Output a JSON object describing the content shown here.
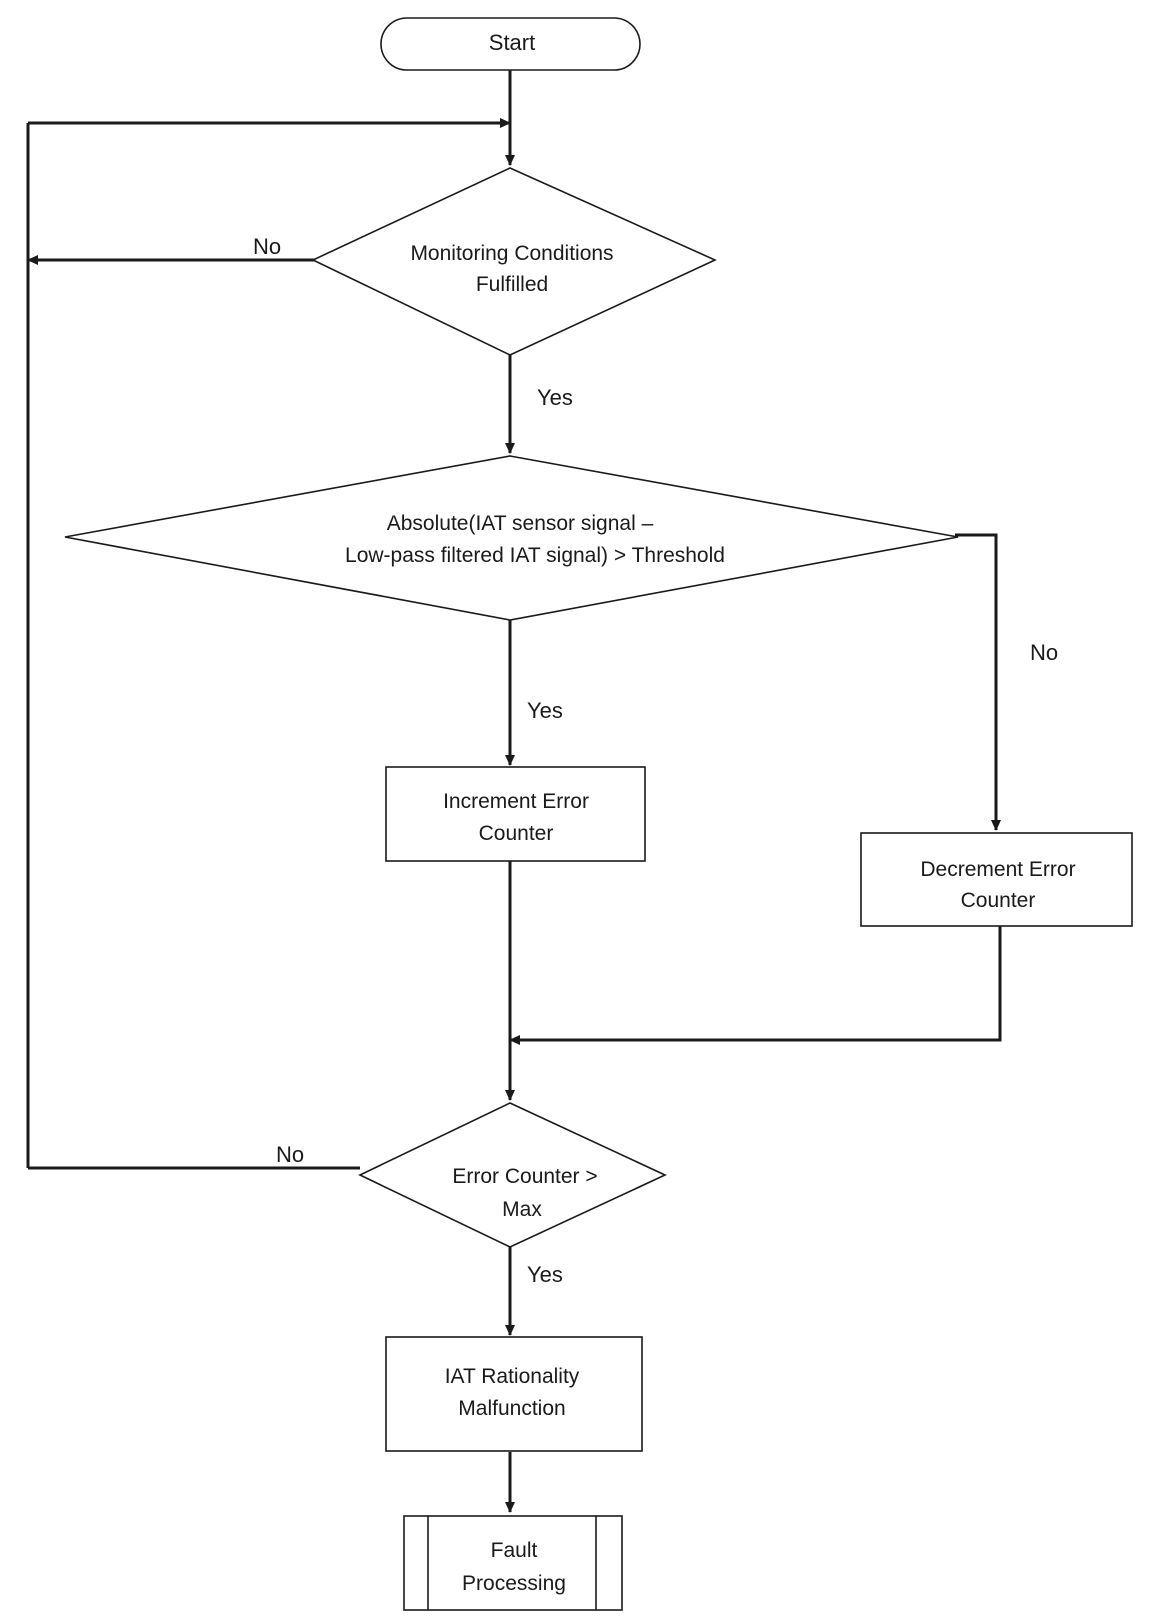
{
  "flowchart": {
    "start": "Start",
    "monitoring": {
      "line1": "Monitoring Conditions",
      "line2": "Fulfilled"
    },
    "absolute": {
      "line1": "Absolute(IAT sensor signal –",
      "line2": "Low-pass filtered IAT signal) > Threshold"
    },
    "increment": {
      "line1": "Increment Error",
      "line2": "Counter"
    },
    "decrement": {
      "line1": "Decrement Error",
      "line2": "Counter"
    },
    "error_counter": {
      "line1": "Error Counter >",
      "line2": "Max"
    },
    "malfunction": {
      "line1": "IAT Rationality",
      "line2": "Malfunction"
    },
    "fault": {
      "line1": "Fault",
      "line2": "Processing"
    },
    "edge_labels": {
      "monitoring_no": "No",
      "monitoring_yes": "Yes",
      "absolute_yes": "Yes",
      "absolute_no": "No",
      "error_no": "No",
      "error_yes": "Yes"
    }
  }
}
